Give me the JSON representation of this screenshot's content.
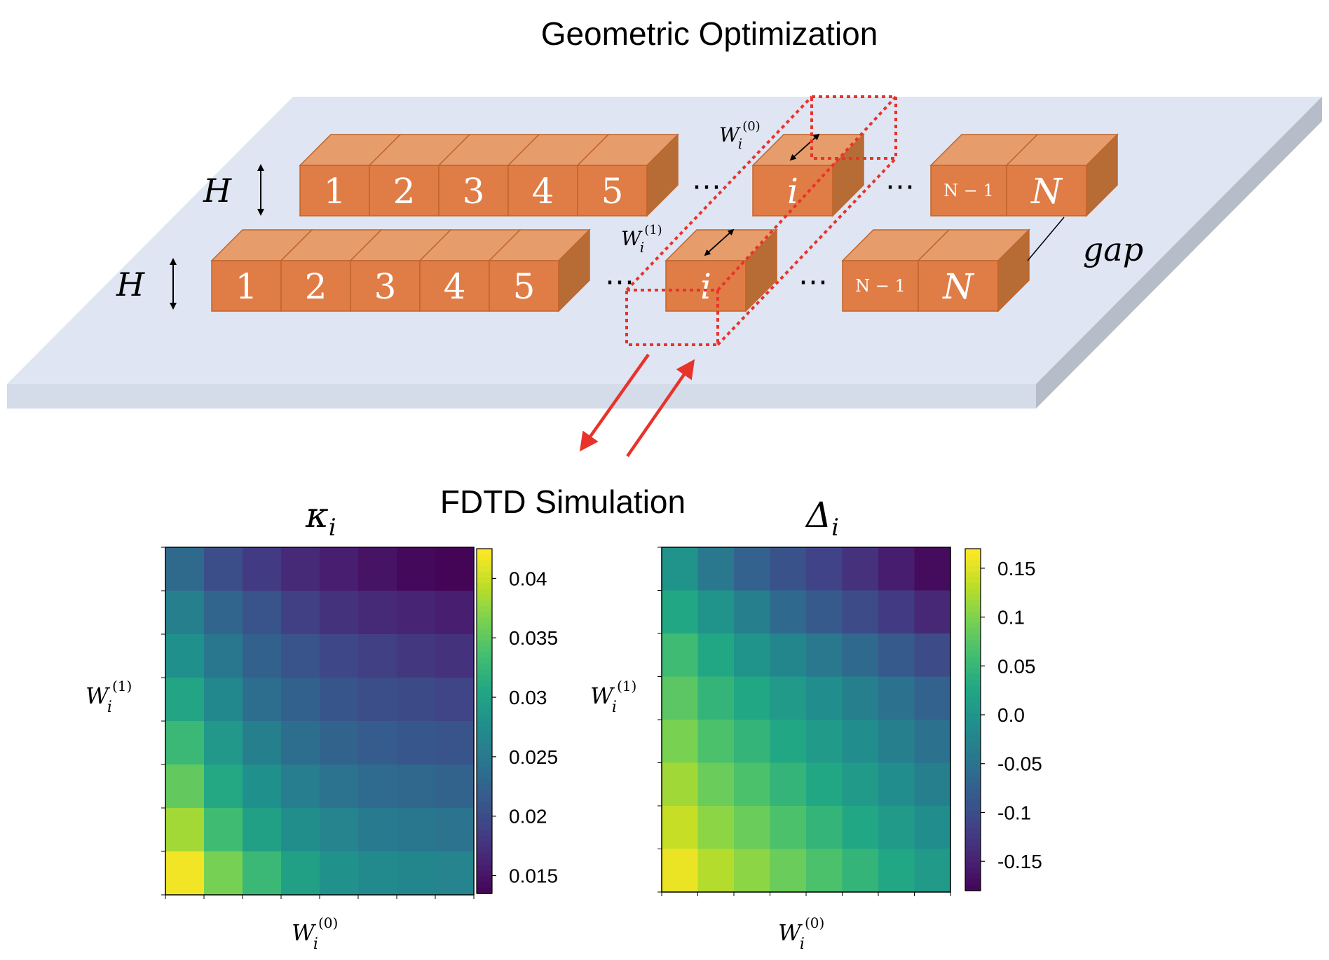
{
  "top_title": "Geometric Optimization",
  "bottom_title": "FDTD Simulation",
  "height_label": "H",
  "gap_label": "gap",
  "row0": {
    "labels": [
      "1",
      "2",
      "3",
      "4",
      "5"
    ],
    "ellipsis": "⋯",
    "i_label": "i",
    "n_minus_label": "N − 1",
    "n_label": "N",
    "width_label_base": "W",
    "width_label_sub": "i",
    "width_label_sup": "(0)"
  },
  "row1": {
    "labels": [
      "1",
      "2",
      "3",
      "4",
      "5"
    ],
    "ellipsis": "⋯",
    "i_label": "i",
    "n_minus_label": "N − 1",
    "n_label": "N",
    "width_label_base": "W",
    "width_label_sub": "i",
    "width_label_sup": "(1)"
  },
  "colors": {
    "substrate_top": "#dfe5f2",
    "substrate_front": "#d4dbe9",
    "substrate_side": "#b6bdc9",
    "box_front": "#e07c45",
    "box_top": "#e79c6c",
    "box_side": "#b86c35",
    "box_edge": "#c0642b",
    "highlight": "#e8332a"
  },
  "chart_data": [
    {
      "type": "heatmap",
      "title_base": "κ",
      "title_sub": "i",
      "xlabel_base": "W",
      "xlabel_sub": "i",
      "xlabel_sup": "(0)",
      "ylabel_base": "W",
      "ylabel_sub": "i",
      "ylabel_sup": "(1)",
      "colorbar_range": [
        0.0135,
        0.0425
      ],
      "colorbar_ticks": [
        0.04,
        0.035,
        0.03,
        0.025,
        0.02,
        0.015
      ],
      "colorbar_tick_labels": [
        "0.04",
        "0.035",
        "0.03",
        "0.025",
        "0.02",
        "0.015"
      ],
      "rows": 8,
      "cols": 8,
      "values": [
        [
          0.0235,
          0.0205,
          0.0185,
          0.017,
          0.016,
          0.015,
          0.0142,
          0.0138
        ],
        [
          0.026,
          0.023,
          0.021,
          0.019,
          0.0178,
          0.017,
          0.0165,
          0.016
        ],
        [
          0.028,
          0.025,
          0.0225,
          0.021,
          0.0197,
          0.019,
          0.0183,
          0.0178
        ],
        [
          0.0305,
          0.027,
          0.024,
          0.0225,
          0.0212,
          0.0205,
          0.02,
          0.0195
        ],
        [
          0.033,
          0.029,
          0.026,
          0.024,
          0.0228,
          0.022,
          0.0215,
          0.021
        ],
        [
          0.0355,
          0.031,
          0.028,
          0.0258,
          0.0245,
          0.0237,
          0.0232,
          0.0228
        ],
        [
          0.0385,
          0.0335,
          0.03,
          0.0278,
          0.0265,
          0.0255,
          0.025,
          0.0245
        ],
        [
          0.042,
          0.0365,
          0.033,
          0.03,
          0.0283,
          0.0272,
          0.0268,
          0.0265
        ]
      ]
    },
    {
      "type": "heatmap",
      "title_base": "Δ",
      "title_sub": "i",
      "xlabel_base": "W",
      "xlabel_sub": "i",
      "xlabel_sup": "(0)",
      "ylabel_base": "W",
      "ylabel_sub": "i",
      "ylabel_sup": "(1)",
      "colorbar_range": [
        -0.18,
        0.17
      ],
      "colorbar_ticks": [
        0.15,
        0.1,
        0.05,
        0.0,
        -0.05,
        -0.1,
        -0.15
      ],
      "colorbar_tick_labels": [
        "0.15",
        "0.1",
        "0.05",
        "0.0",
        "-0.05",
        "-0.1",
        "-0.15"
      ],
      "rows": 8,
      "cols": 8,
      "values": [
        [
          0.0,
          -0.04,
          -0.07,
          -0.09,
          -0.11,
          -0.13,
          -0.15,
          -0.17
        ],
        [
          0.03,
          0.0,
          -0.03,
          -0.06,
          -0.08,
          -0.1,
          -0.12,
          -0.14
        ],
        [
          0.06,
          0.03,
          0.0,
          -0.02,
          -0.04,
          -0.06,
          -0.08,
          -0.1
        ],
        [
          0.08,
          0.05,
          0.03,
          0.01,
          -0.01,
          -0.03,
          -0.05,
          -0.07
        ],
        [
          0.1,
          0.07,
          0.05,
          0.03,
          0.01,
          -0.01,
          -0.03,
          -0.05
        ],
        [
          0.12,
          0.09,
          0.07,
          0.05,
          0.03,
          0.01,
          -0.01,
          -0.03
        ],
        [
          0.14,
          0.11,
          0.09,
          0.07,
          0.05,
          0.03,
          0.01,
          -0.01
        ],
        [
          0.16,
          0.13,
          0.11,
          0.09,
          0.07,
          0.05,
          0.03,
          0.01
        ]
      ]
    }
  ]
}
